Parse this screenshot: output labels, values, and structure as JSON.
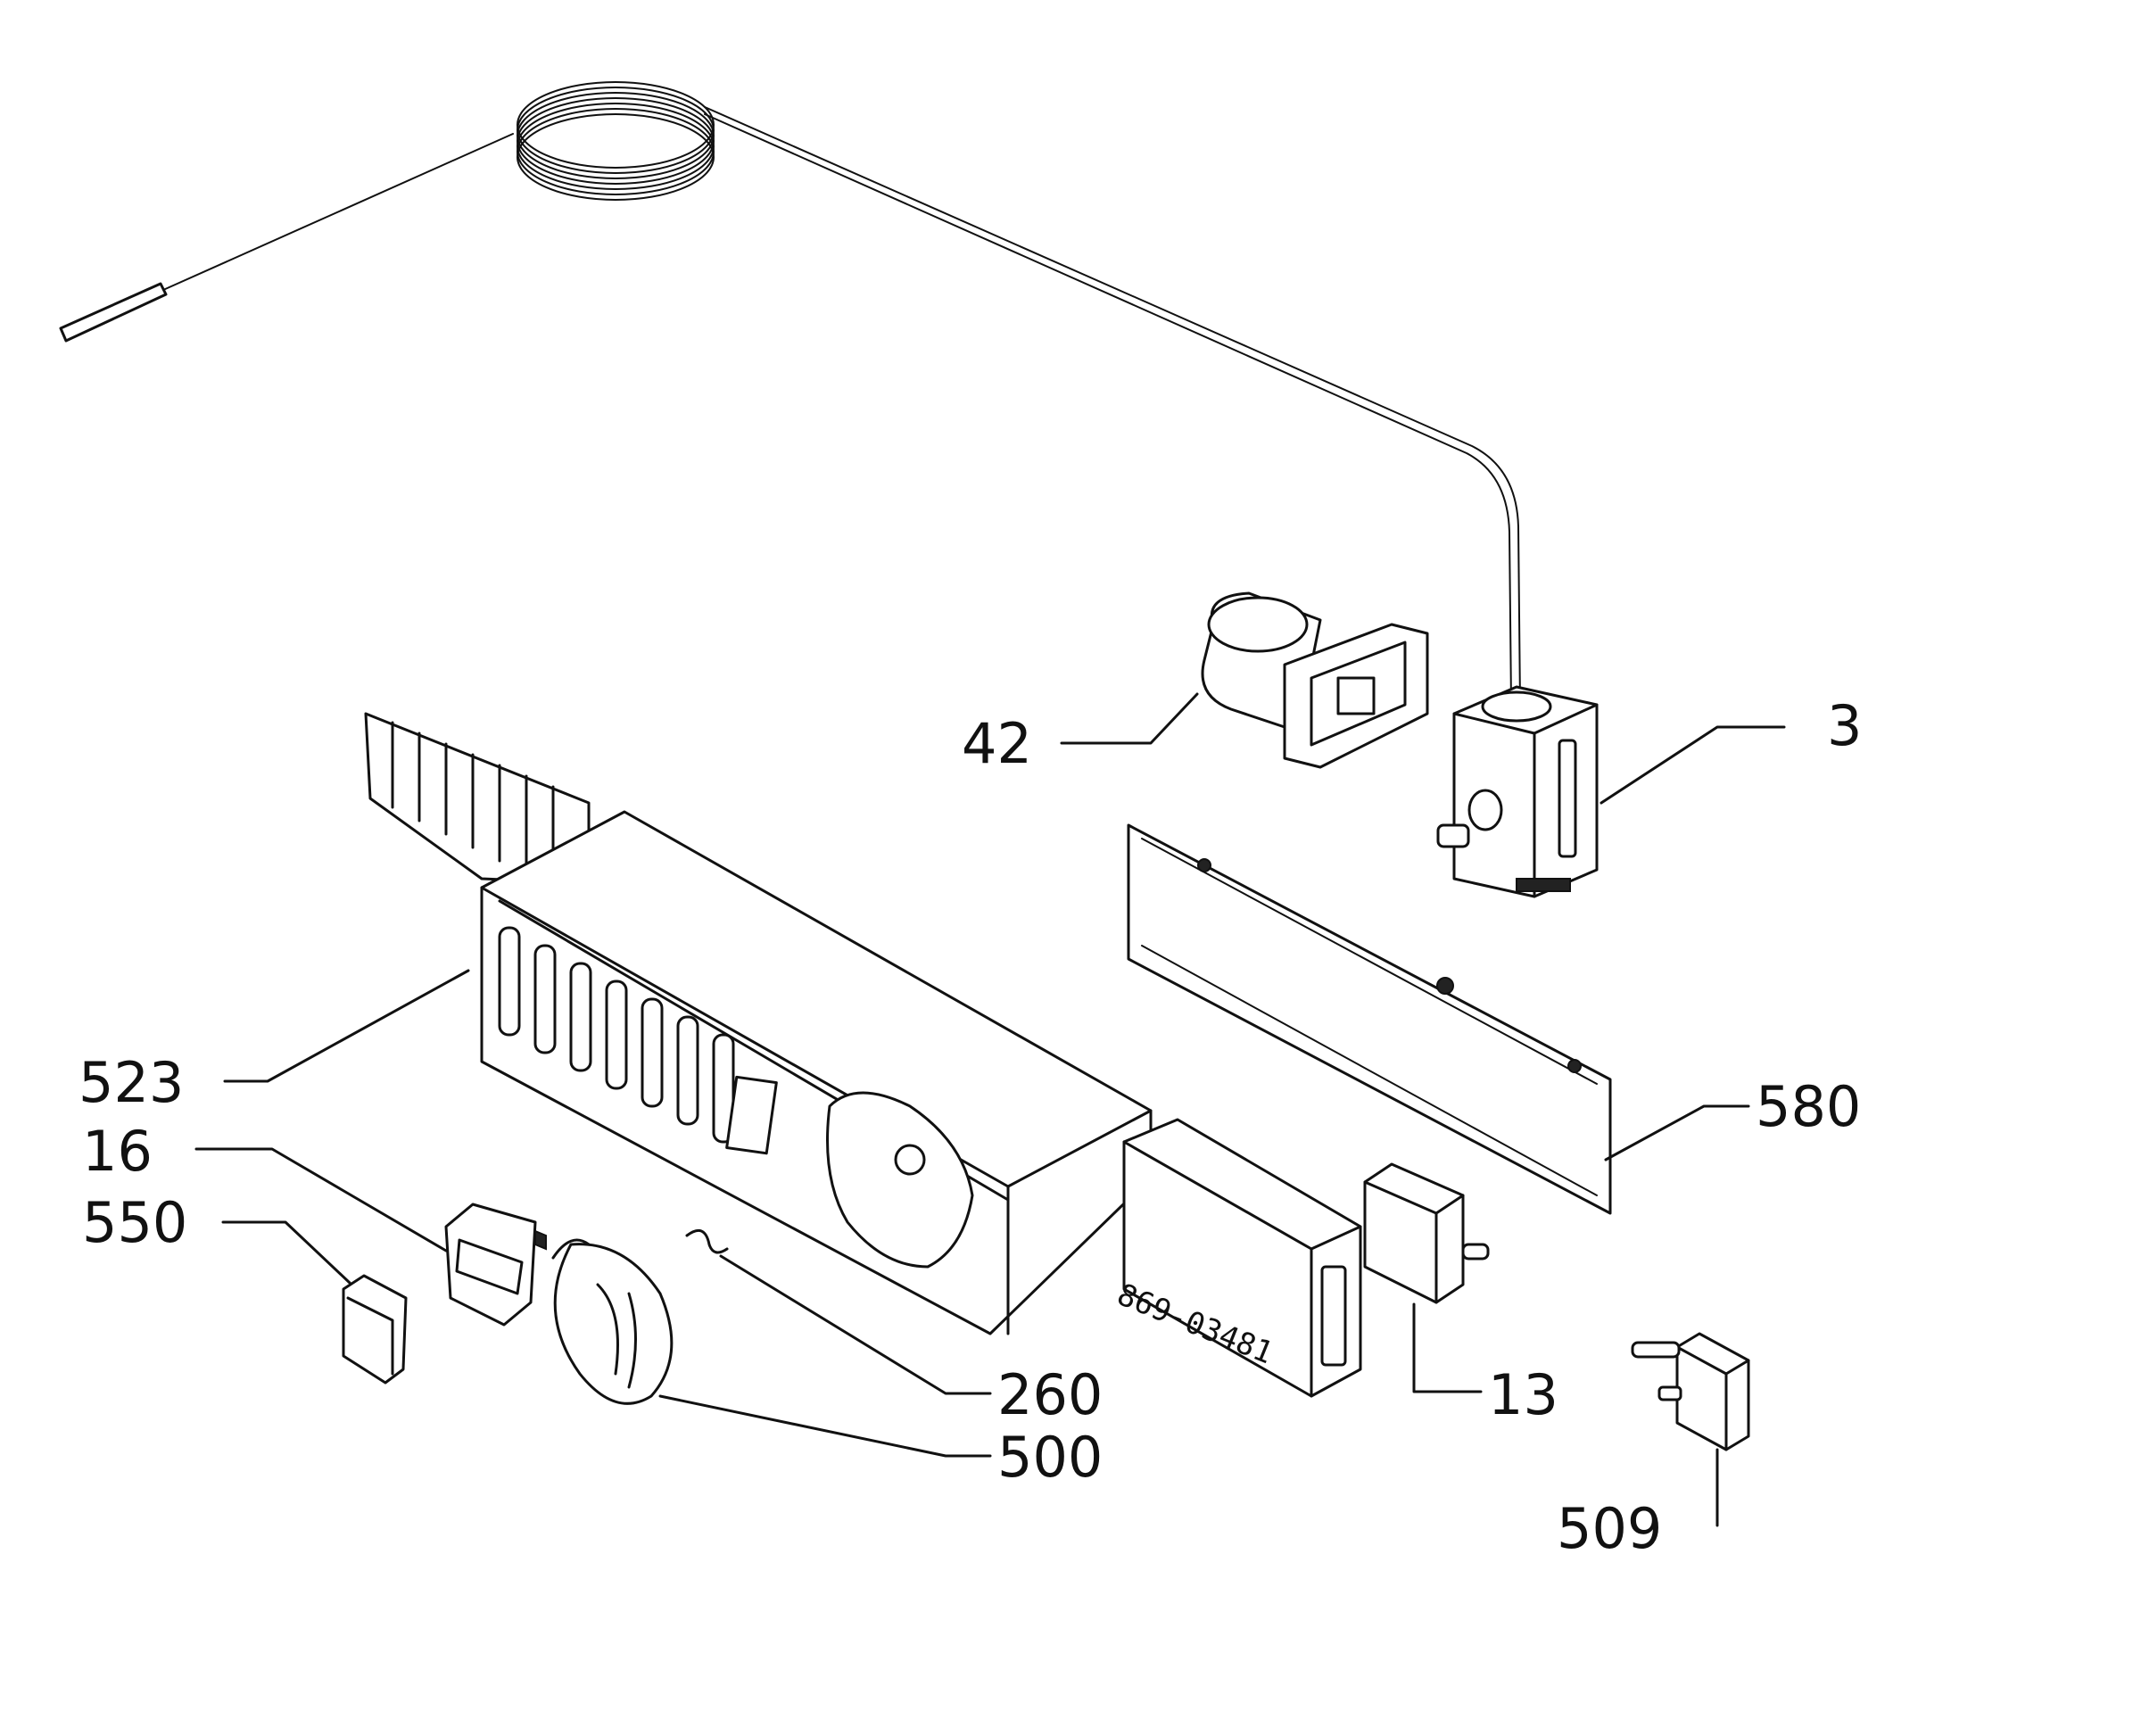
{
  "diagram": {
    "labels": {
      "l3": "3",
      "l42": "42",
      "l523": "523",
      "l16": "16",
      "l550": "550",
      "l580": "580",
      "l260": "260",
      "l500": "500",
      "l13": "13",
      "l509": "509"
    },
    "part_code": "869-03481",
    "colors": {
      "line": "#111111",
      "background": "#ffffff"
    }
  }
}
